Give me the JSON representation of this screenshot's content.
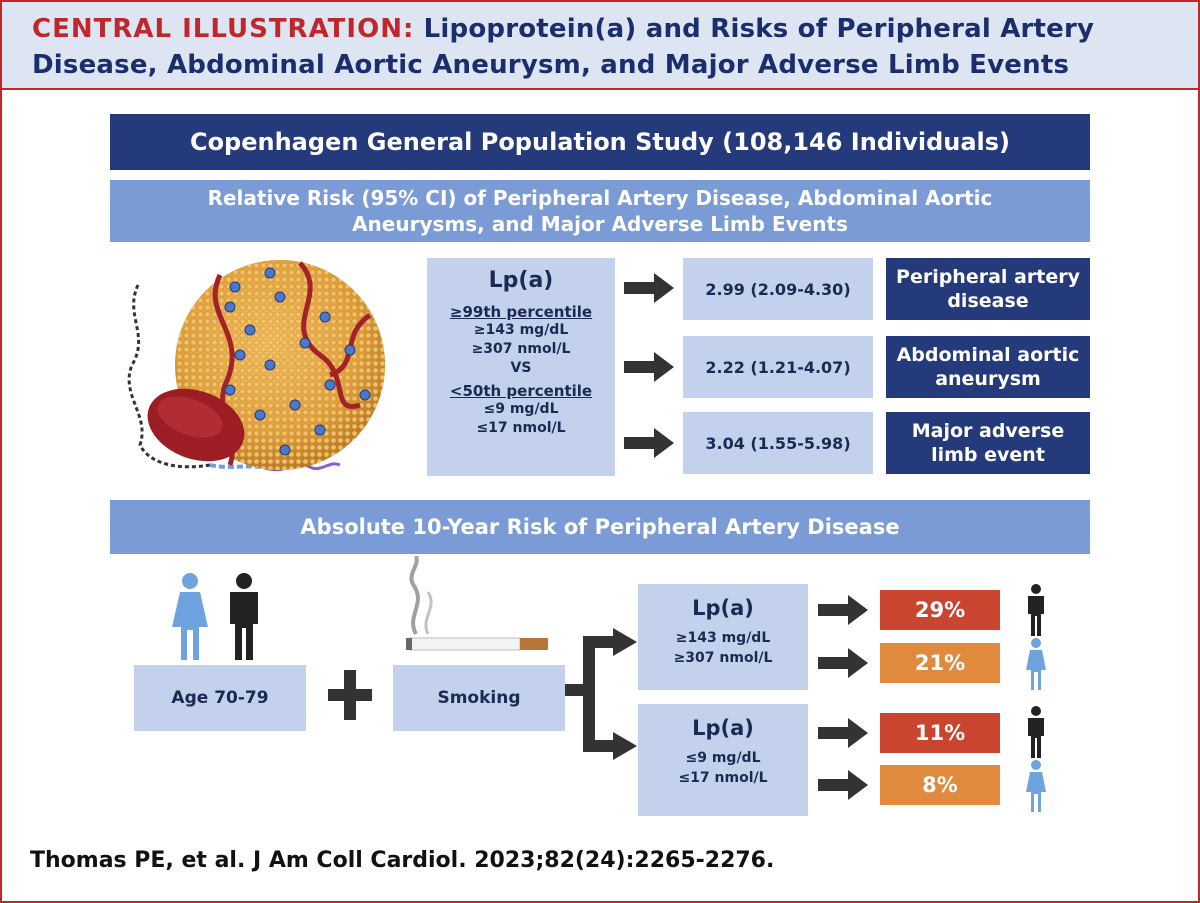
{
  "header": {
    "kicker": "CENTRAL ILLUSTRATION:",
    "title_line1": "Lipoprotein(a) and Risks of Peripheral Artery",
    "title_line2": "Disease, Abdominal Aortic Aneurysm, and Major Adverse Limb Events"
  },
  "study_title": "Copenhagen General Population Study (108,146 Individuals)",
  "relative_risk": {
    "heading_line1": "Relative Risk (95% CI) of Peripheral Artery Disease, Abdominal Aortic",
    "heading_line2": "Aneurysms, and Major Adverse Limb Events",
    "lpa": {
      "title": "Lp(a)",
      "high_label": "≥99th percentile",
      "high_mg": "≥143 mg/dL",
      "high_nmol": "≥307 nmol/L",
      "vs": "VS",
      "low_label": "<50th percentile",
      "low_mg": "≤9 mg/dL",
      "low_nmol": "≤17 nmol/L"
    },
    "results": [
      {
        "value": "2.99 (2.09-4.30)",
        "outcome_line1": "Peripheral artery",
        "outcome_line2": "disease"
      },
      {
        "value": "2.22 (1.21-4.07)",
        "outcome_line1": "Abdominal aortic",
        "outcome_line2": "aneurysm"
      },
      {
        "value": "3.04 (1.55-5.98)",
        "outcome_line1": "Major adverse",
        "outcome_line2": "limb event"
      }
    ]
  },
  "absolute_risk": {
    "heading": "Absolute 10-Year Risk of Peripheral Artery Disease",
    "age": "Age 70-79",
    "smoking": "Smoking",
    "high": {
      "title": "Lp(a)",
      "mg": "≥143 mg/dL",
      "nmol": "≥307 nmol/L",
      "men": "29%",
      "women": "21%"
    },
    "low": {
      "title": "Lp(a)",
      "mg": "≤9 mg/dL",
      "nmol": "≤17 nmol/L",
      "men": "11%",
      "women": "8%"
    }
  },
  "citation": "Thomas PE, et al. J Am Coll Cardiol. 2023;82(24):2265-2276.",
  "colors": {
    "navy": "#243a7a",
    "blue": "#7a9bd6",
    "light": "#c3d1ec",
    "red": "#c9452f",
    "orange": "#e08a3e",
    "accent": "#c0272d"
  },
  "icons": [
    "lipoprotein-particle-icon",
    "woman-icon",
    "man-icon",
    "cigarette-icon",
    "plus-icon",
    "arrow-right-icon"
  ]
}
